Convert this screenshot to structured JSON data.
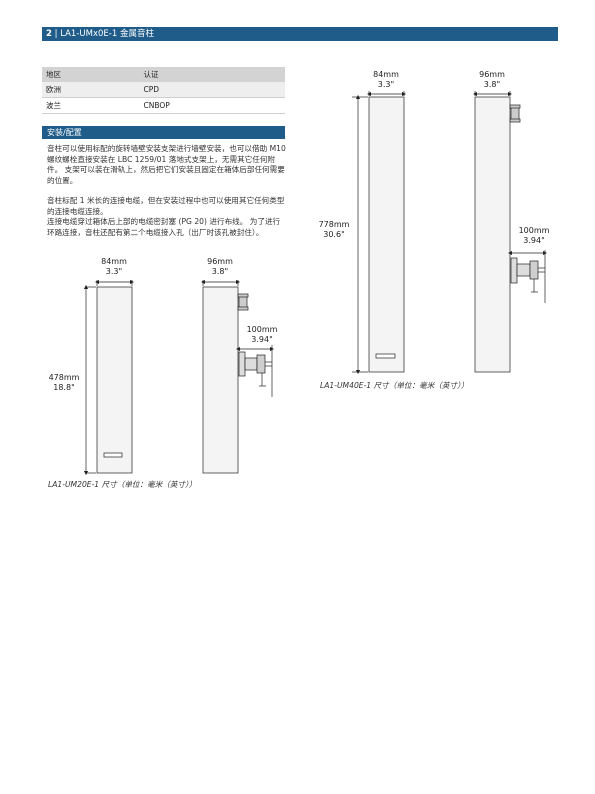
{
  "header": {
    "page_number": "2",
    "title": "| LA1-UMx0E-1 金属音柱"
  },
  "cert_table": {
    "headers": [
      "地区",
      "认证"
    ],
    "rows": [
      [
        "欧洲",
        "CPD"
      ],
      [
        "波兰",
        "CNBOP"
      ]
    ]
  },
  "install_section": {
    "title": "安装/配置",
    "paragraphs": [
      "音柱可以使用标配的旋转墙壁安装支架进行墙壁安装，也可以借助 M10 螺纹螺栓直接安装在 LBC 1259/01 落地式支架上，无需其它任何附件。 支架可以装在滑轨上，然后把它们安装且固定在箱体后部任何需要的位置。",
      "音柱标配 1 米长的连接电缆，但在安装过程中也可以使用其它任何类型的连接电缆连接。",
      "连接电缆穿过箱体后上部的电缆密封塞 (PG 20) 进行布线。 为了进行环路连接，音柱还配有第二个电缆接入孔（出厂时该孔被封住）。"
    ]
  },
  "figure_um20": {
    "width_mm": "84mm",
    "width_in": "3.3\"",
    "depth_mm": "96mm",
    "depth_in": "3.8\"",
    "height_mm": "478mm",
    "height_in": "18.8\"",
    "bracket_mm": "100mm",
    "bracket_in": "3.94\"",
    "caption": "LA1-UM20E-1 尺寸（单位：毫米（英寸））"
  },
  "figure_um40": {
    "width_mm": "84mm",
    "width_in": "3.3\"",
    "depth_mm": "96mm",
    "depth_in": "3.8\"",
    "height_mm": "778mm",
    "height_in": "30.6\"",
    "bracket_mm": "100mm",
    "bracket_in": "3.94\"",
    "caption": "LA1-UM40E-1 尺寸（单位：毫米（英寸））"
  },
  "colors": {
    "accent": "#1f5c8a",
    "table_header": "#d3d3d3"
  }
}
